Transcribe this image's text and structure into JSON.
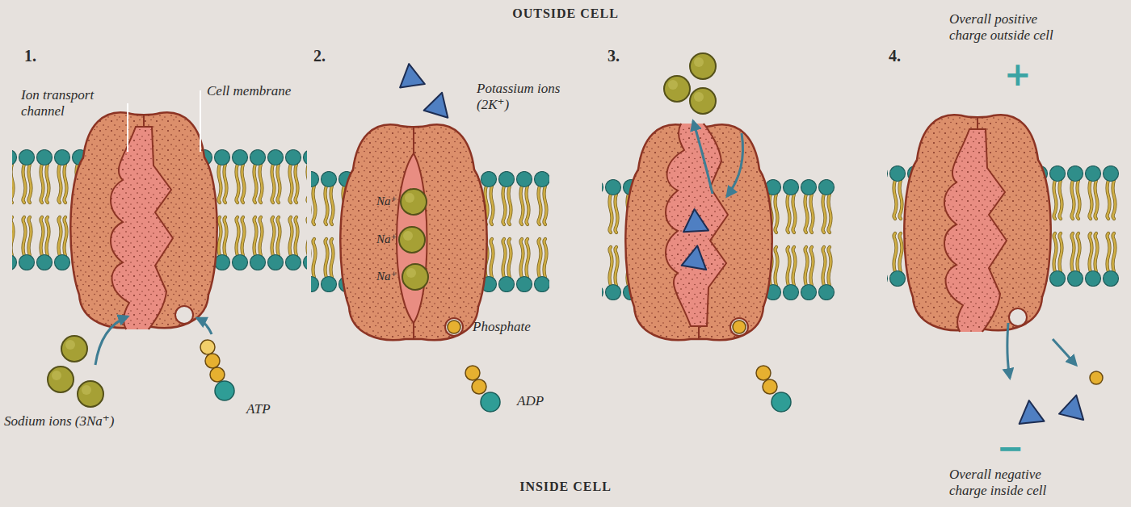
{
  "diagram": {
    "labels": [
      "OUTSIDE CELL",
      "1.",
      "Ion transport channel",
      "Cell membrane",
      "Sodium ions (3Na⁺)",
      "ATP",
      "2.",
      "Potassium ions (2K⁺)",
      "Na⁺",
      "Na⁺",
      "Na⁺",
      "Phosphate",
      "ADP",
      "3.",
      "4.",
      "Overall positive charge outside cell",
      "+",
      "−",
      "Overall negative charge inside cell",
      "INSIDE CELL"
    ]
  }
}
